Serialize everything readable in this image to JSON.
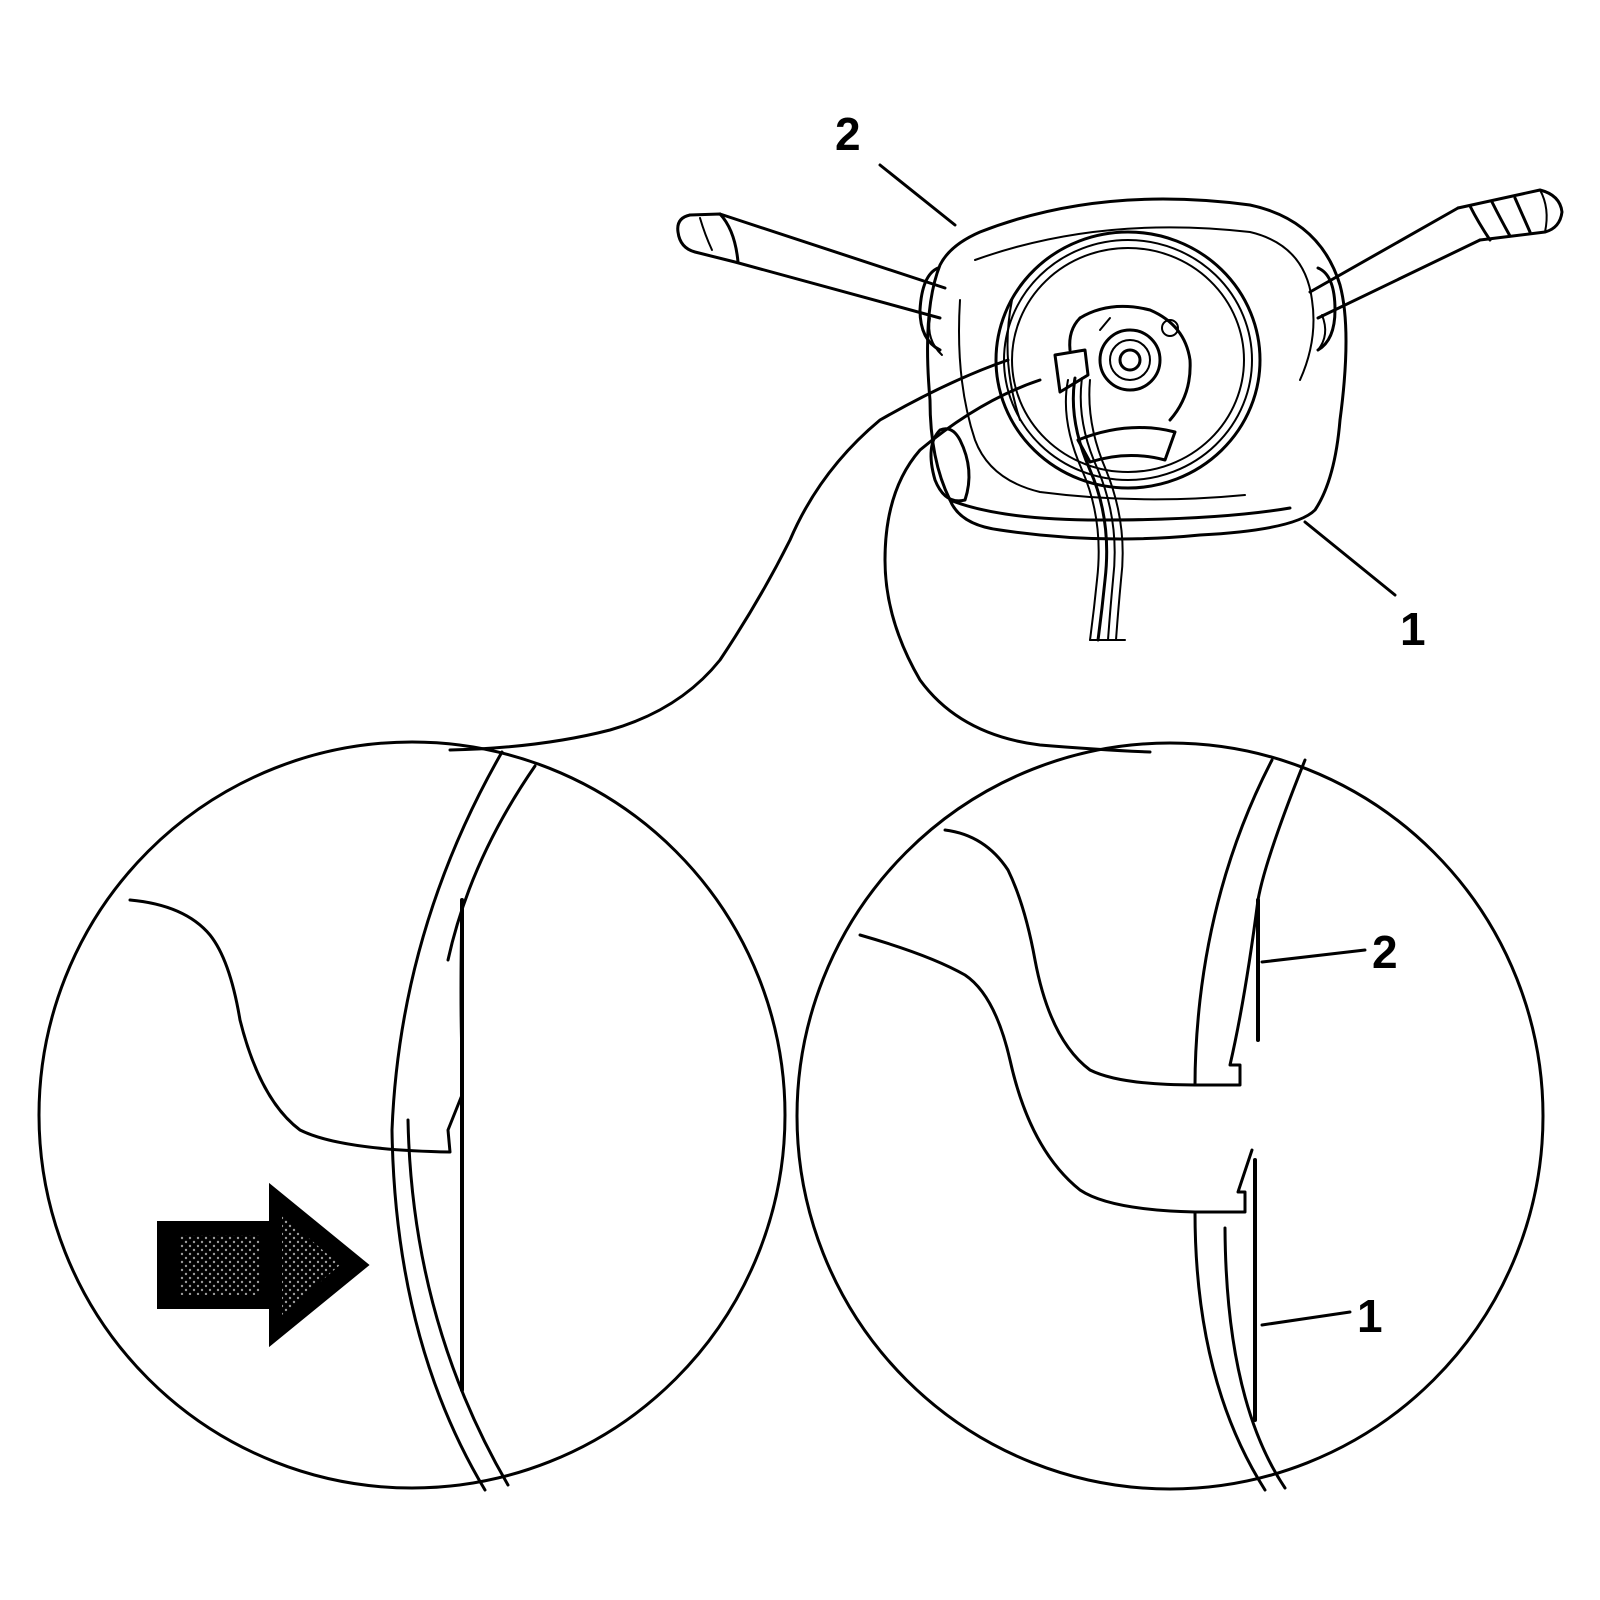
{
  "callouts": {
    "main_housing": "1",
    "main_cover": "2",
    "detail_lower": "1",
    "detail_upper": "2"
  },
  "colors": {
    "line": "#000000",
    "background": "#ffffff",
    "arrow_dots": "#9a9a9a"
  },
  "icons": {
    "direction_arrow": "right-arrow-icon"
  }
}
